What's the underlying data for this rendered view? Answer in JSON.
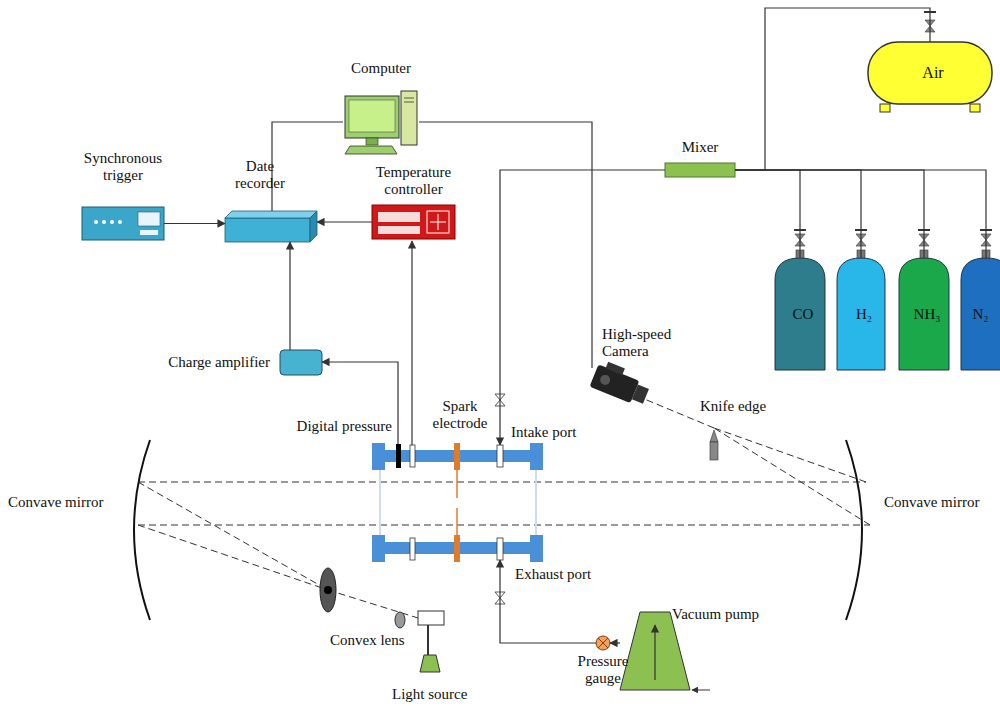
{
  "diagram": {
    "nodes": [
      {
        "text": [
          "Computer"
        ]
      },
      {
        "text": [
          "Air"
        ]
      },
      {
        "text": [
          "Synchronous trigger"
        ]
      },
      {
        "text": [
          "Date recorder"
        ]
      },
      {
        "text": [
          "Temperature controller"
        ]
      },
      {
        "text": [
          "Mixer"
        ]
      },
      {
        "text": [
          "CO"
        ]
      },
      {
        "text": [
          "H₂"
        ]
      },
      {
        "text": [
          "NH₃"
        ]
      },
      {
        "text": [
          "N₂"
        ]
      },
      {
        "text": [
          "Charge amplifier"
        ]
      },
      {
        "text": [
          "High-speed Camera"
        ]
      },
      {
        "text": [
          "Digital pressure"
        ]
      },
      {
        "text": [
          "Intake port"
        ]
      },
      {
        "text": [
          "Exhaust port"
        ]
      },
      {
        "text": [
          "Vacuum pump"
        ]
      },
      {
        "text": [
          "Pressure gauge"
        ]
      }
    ],
    "edges": [
      {
        "from": 2,
        "to": 3,
        "arrow": "to"
      },
      {
        "from": 4,
        "to": 3,
        "arrow": "to"
      },
      {
        "from": 10,
        "to": 3,
        "arrow": "to"
      },
      {
        "from": 3,
        "to": 0,
        "arrow": "none"
      },
      {
        "from": 0,
        "to": 11,
        "arrow": "none"
      },
      {
        "from": 1,
        "to": 5,
        "arrow": "none"
      },
      {
        "from": 6,
        "to": 5,
        "arrow": "none"
      },
      {
        "from": 7,
        "to": 5,
        "arrow": "none"
      },
      {
        "from": 8,
        "to": 5,
        "arrow": "none"
      },
      {
        "from": 9,
        "to": 5,
        "arrow": "none"
      },
      {
        "from": 5,
        "to": 13,
        "arrow": "to"
      },
      {
        "from": 12,
        "to": 10,
        "arrow": "to"
      },
      {
        "from": 15,
        "to": 16,
        "arrow": "to"
      },
      {
        "from": 16,
        "to": 14,
        "arrow": "to"
      }
    ],
    "labels": [
      "Spark electrode",
      "Convave mirror",
      "Convave mirror",
      "Knife edge",
      "Convex lens",
      "Light source"
    ]
  }
}
